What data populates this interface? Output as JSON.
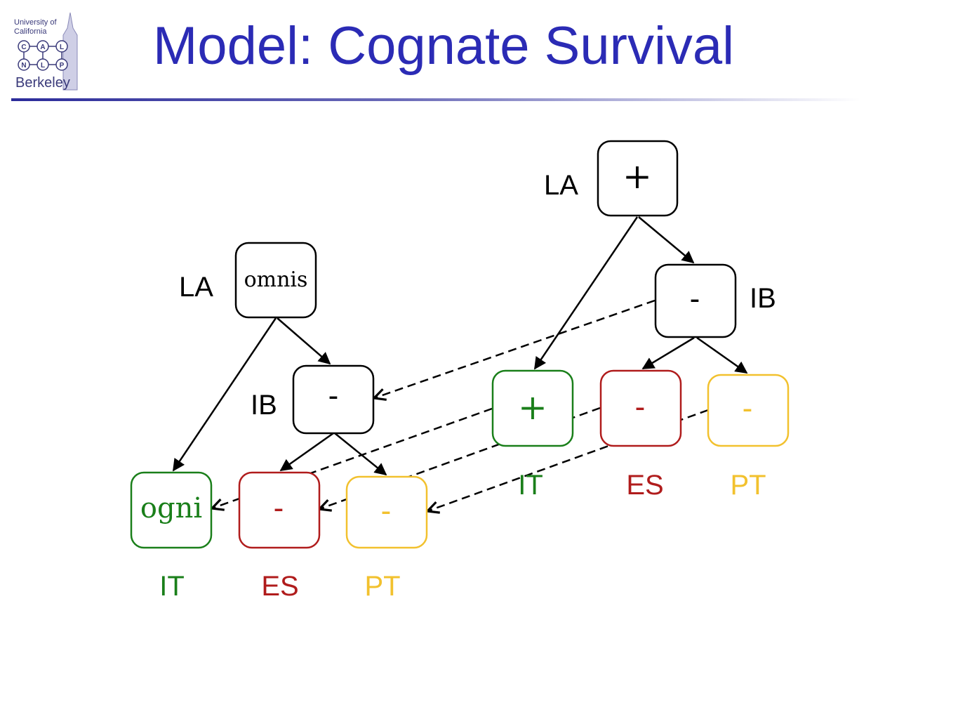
{
  "logo": {
    "line1": "University of",
    "line2": "California",
    "letters": [
      "C",
      "A",
      "L",
      "N",
      "L",
      "P"
    ],
    "name": "Berkeley"
  },
  "title": "Model: Cognate Survival",
  "colors": {
    "title": "#2b2bb5",
    "black": "#000000",
    "IT": "#1a7f1a",
    "ES": "#b01c1c",
    "PT": "#f2c12e"
  },
  "left_tree": {
    "root": {
      "label": "LA",
      "value": "omnis"
    },
    "inner": {
      "label": "IB",
      "value": "-"
    },
    "leaves": [
      {
        "label": "IT",
        "value": "ogni"
      },
      {
        "label": "ES",
        "value": "-"
      },
      {
        "label": "PT",
        "value": "-"
      }
    ]
  },
  "right_tree": {
    "root": {
      "label": "LA",
      "value": "+"
    },
    "inner": {
      "label": "IB",
      "value": "-"
    },
    "leaves": [
      {
        "label": "IT",
        "value": "+"
      },
      {
        "label": "ES",
        "value": "-"
      },
      {
        "label": "PT",
        "value": "-"
      }
    ]
  }
}
